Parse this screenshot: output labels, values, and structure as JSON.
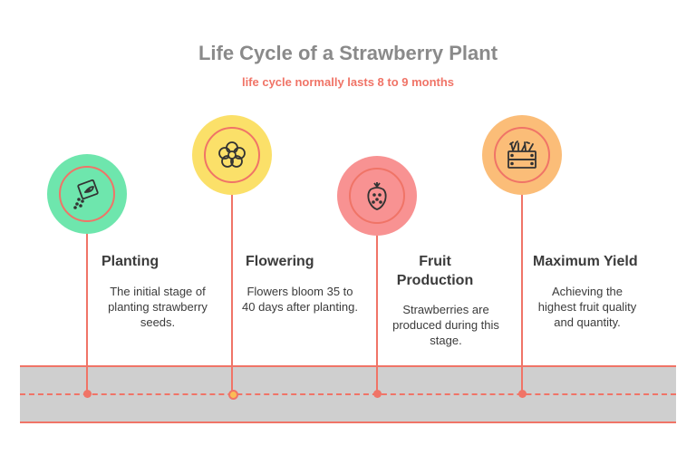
{
  "title": "Life Cycle of a Strawberry Plant",
  "subtitle": "life cycle normally lasts 8 to 9 months",
  "stages": [
    {
      "title": "Planting",
      "description": "The initial stage of planting strawberry seeds.",
      "icon": "seed-packet-icon",
      "fill": "#6ee6ad",
      "ring": "#f07467"
    },
    {
      "title": "Flowering",
      "description": "Flowers bloom 35 to 40 days after planting.",
      "icon": "flower-icon",
      "fill": "#fbe069",
      "ring": "#f07467"
    },
    {
      "title": "Fruit Production",
      "description": "Strawberries are produced during this stage.",
      "icon": "strawberry-icon",
      "fill": "#f89292",
      "ring": "#f07467"
    },
    {
      "title": "Maximum Yield",
      "description": "Achieving the highest fruit quality and quantity.",
      "icon": "harvest-crate-icon",
      "fill": "#fbbd78",
      "ring": "#f07467"
    }
  ],
  "colors": {
    "accent": "#f07467",
    "title": "#8a8a8a",
    "road": "#cfcfcf",
    "text": "#3b3b3b"
  }
}
